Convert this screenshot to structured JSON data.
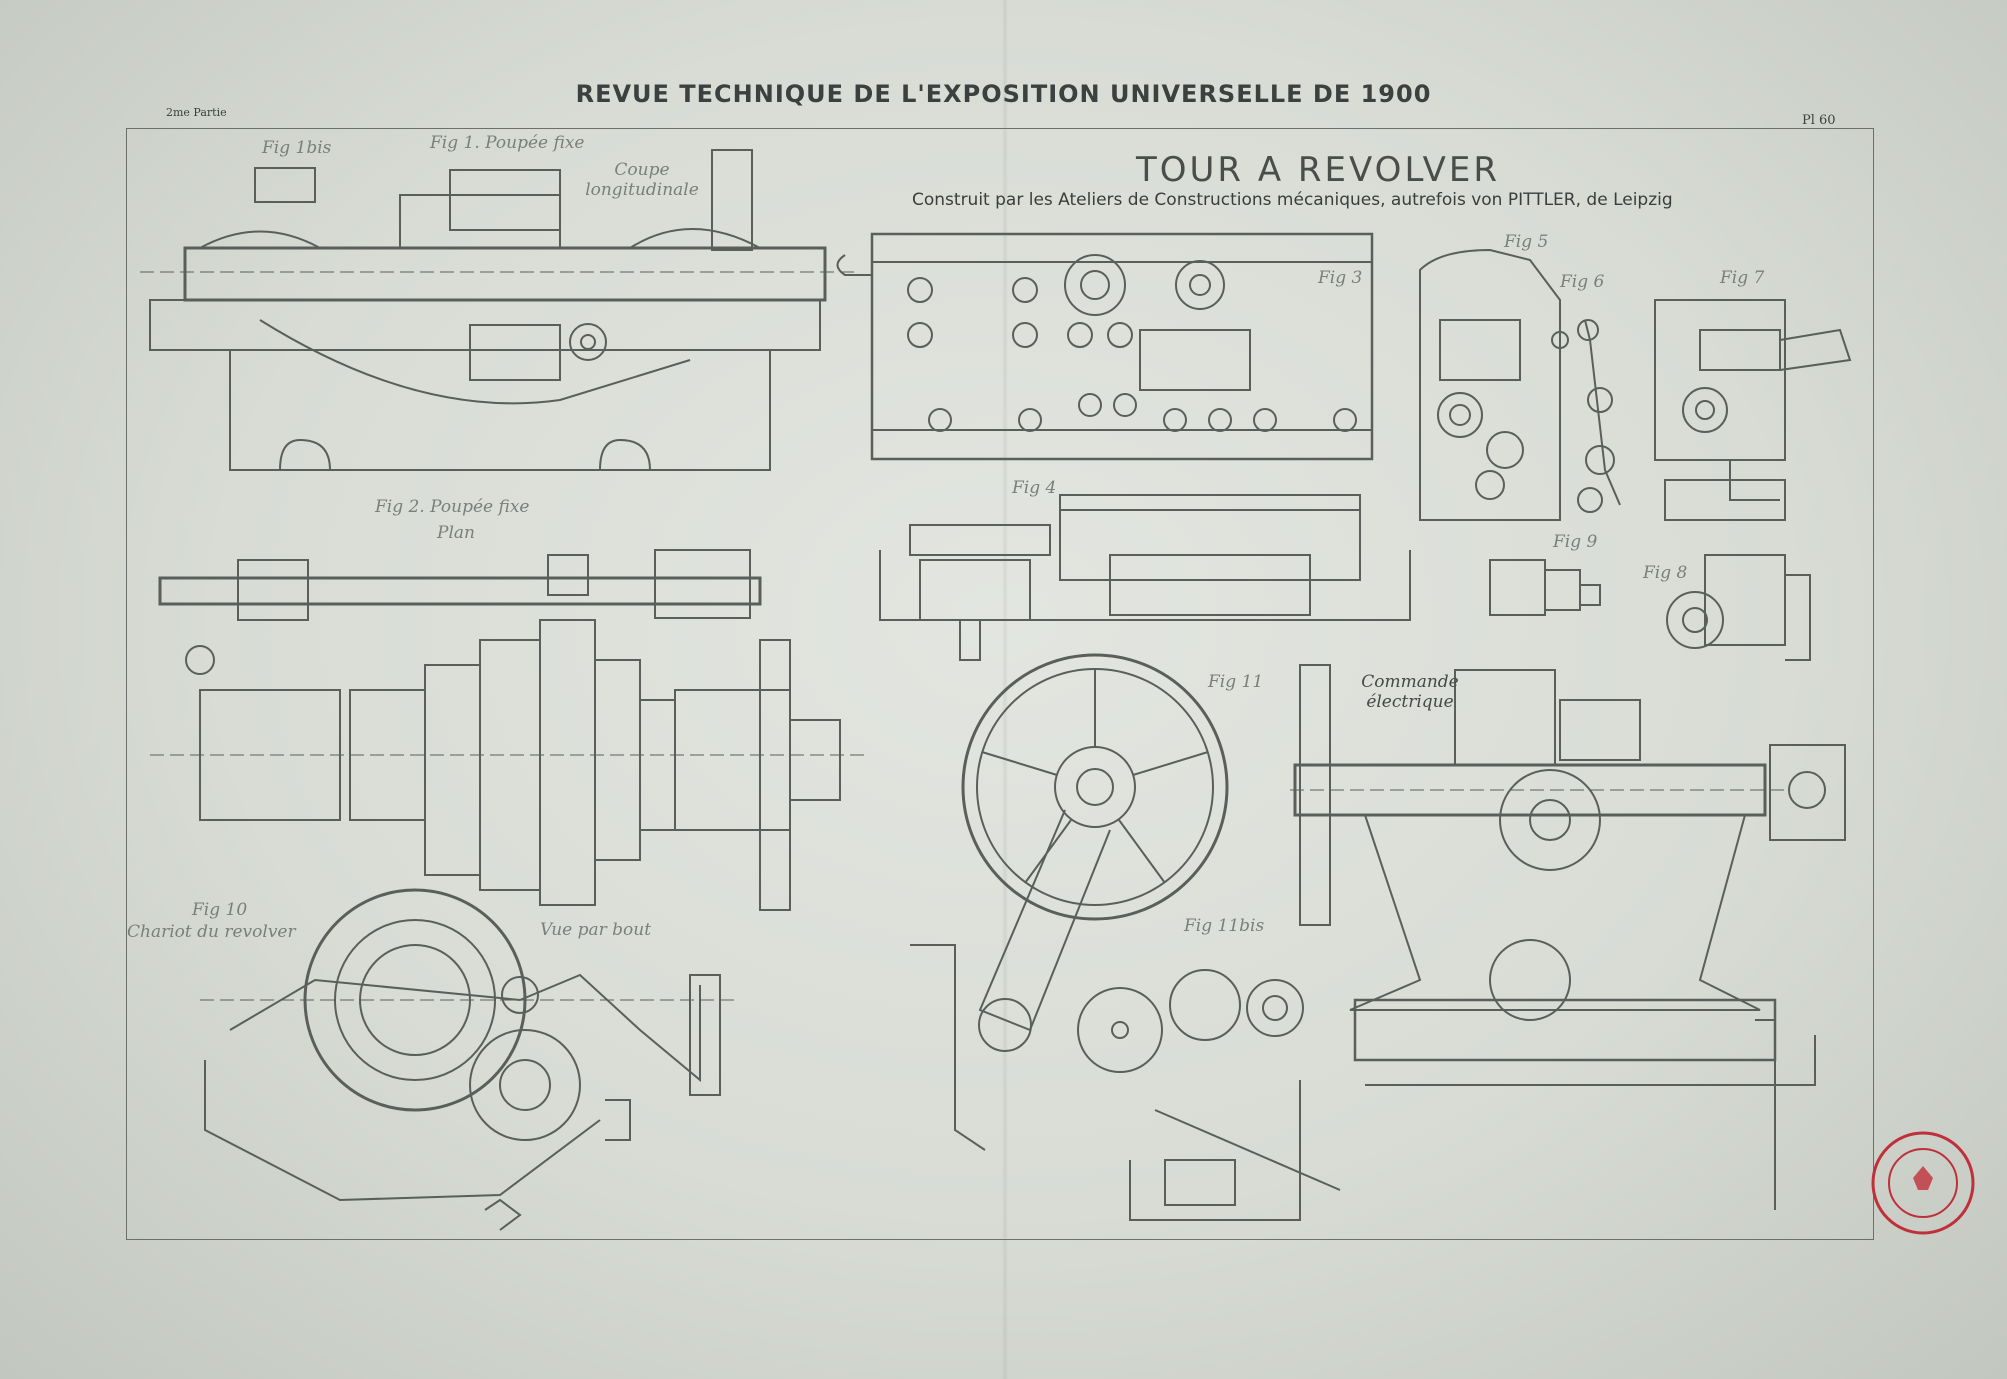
{
  "header": {
    "title": "REVUE TECHNIQUE DE L'EXPOSITION UNIVERSELLE DE 1900",
    "left_note": "2me Partie",
    "right_note": "Pl 60"
  },
  "plate": {
    "title": "TOUR A REVOLVER",
    "subtitle": "Construit par les Ateliers de Constructions mécaniques, autrefois von PITTLER, de Leipzig"
  },
  "figure_labels": {
    "fig1bis": "Fig 1bis",
    "fig1": "Fig 1. Poupée fixe",
    "coupe": "Coupe longitudinale",
    "fig2": "Fig 2. Poupée fixe",
    "plan": "Plan",
    "fig3": "Fig 3",
    "fig4": "Fig 4",
    "fig5": "Fig 5",
    "fig6": "Fig 6",
    "fig7": "Fig 7",
    "fig8": "Fig 8",
    "fig9": "Fig 9",
    "fig10": "Fig 10",
    "chariot": "Chariot du revolver",
    "vue_bout": "Vue par bout",
    "fig11": "Fig 11",
    "fig11bis": "Fig 11bis",
    "commande": "Commande électrique"
  },
  "colors": {
    "paper": "#dde0da",
    "ink": "#3c403e",
    "stamp": "#c0303a"
  }
}
